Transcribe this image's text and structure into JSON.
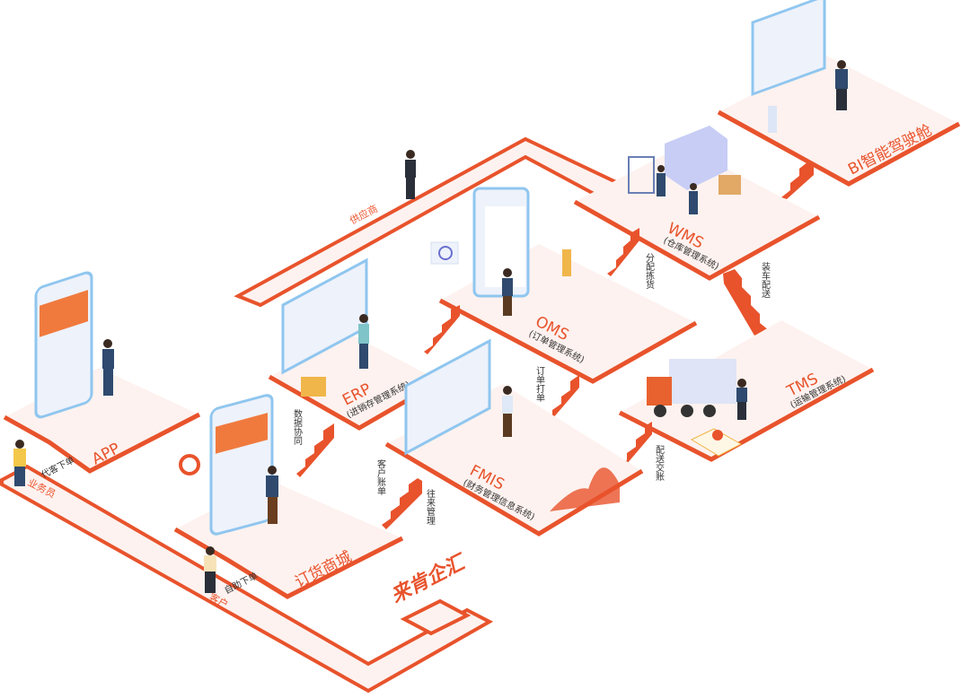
{
  "logo": "来肯企汇",
  "colors": {
    "accent": "#e8532c",
    "platform": "#fdf2ef",
    "screen": "#8fc6ef"
  },
  "platforms": {
    "app": {
      "title": "APP"
    },
    "mall": {
      "title": "订货商城"
    },
    "erp": {
      "title": "ERP",
      "subtitle": "(进销存管理系统)"
    },
    "fmis": {
      "title": "FMIS",
      "subtitle": "(财务管理信息系统)"
    },
    "oms": {
      "title": "OMS",
      "subtitle": "(订单管理系统)"
    },
    "tms": {
      "title": "TMS",
      "subtitle": "(运输管理系统)"
    },
    "wms": {
      "title": "WMS",
      "subtitle": "(仓库管理系统)"
    },
    "bi": {
      "title": "BI智能驾驶舱"
    }
  },
  "roles": {
    "salesman": "业务员",
    "customer": "客户",
    "supplier": "供应商"
  },
  "flows": {
    "proxy_order": "代客下单",
    "self_order": "自助下单",
    "data_sync": "数据协同",
    "customer_bill": "客户账单",
    "account_mgmt": "往来管理",
    "order_print": "订单打单",
    "allocate_pick": "分配拣货",
    "load_deliver": "装车配送",
    "deliver_settle": "配送交账"
  }
}
